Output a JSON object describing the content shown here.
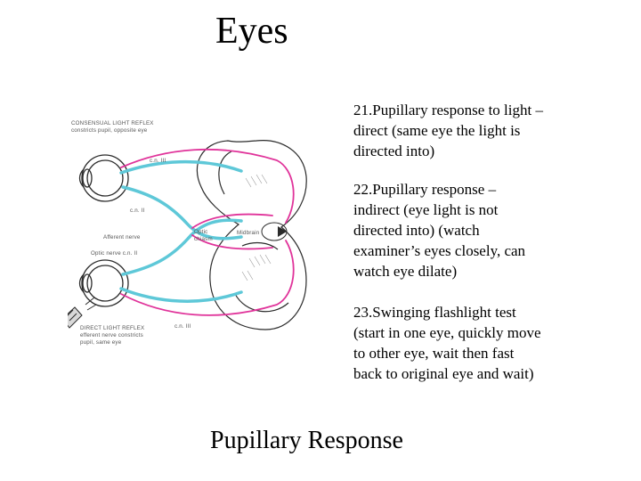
{
  "title": "Eyes",
  "figure": {
    "labels": {
      "consensual_title": "CONSENSUAL LIGHT REFLEX",
      "consensual_sub": "constricts pupil, opposite eye",
      "cn_iii_top": "c.n. III",
      "cn_ii_top": "c.n. II",
      "afferent": "Afferent nerve",
      "optic_chiasm_1": "Optic",
      "optic_chiasm_2": "chiasm",
      "midbrain": "Midbrain",
      "optic_nerve": "Optic nerve c.n. II",
      "cn_iii_bottom": "c.n. III",
      "direct_title": "DIRECT LIGHT REFLEX",
      "direct_sub1": "efferent nerve constricts",
      "direct_sub2": "pupil, same eye"
    },
    "colors": {
      "afferent": "#5ec8d8",
      "efferent": "#e0339a",
      "outline": "#2b2b2b"
    }
  },
  "bullets": [
    "21.Pupillary response to light –\ndirect (same eye the light is\ndirected into)",
    "22.Pupillary response –\nindirect (eye light is not\ndirected into) (watch\nexaminer’s eyes   closely, can\nwatch eye dilate)",
    "23.Swinging flashlight test\n(start in one eye, quickly move\nto other eye, wait then fast\nback to original eye and wait)"
  ],
  "footer_title": "Pupillary Response"
}
